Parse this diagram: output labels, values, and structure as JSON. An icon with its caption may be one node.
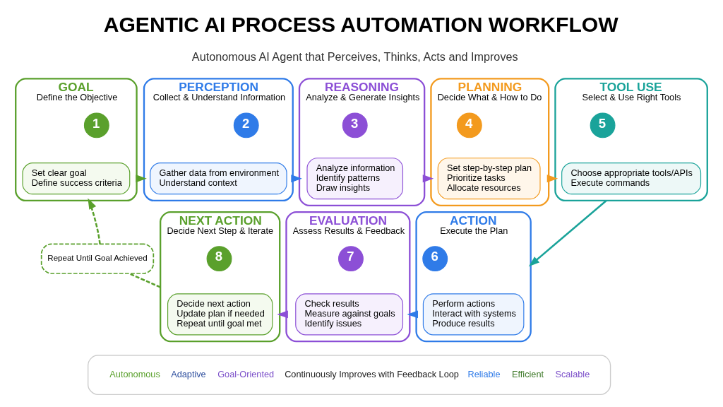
{
  "diagram": {
    "title": "AGENTIC AI PROCESS AUTOMATION WORKFLOW",
    "nodes": [
      {
        "text": [
          "GOAL",
          "Define the Objective"
        ]
      },
      {
        "text": [
          "1"
        ],
        "in": 0
      },
      {
        "text": [
          "Set clear goal",
          "Define success criteria"
        ],
        "in": 0
      },
      {
        "text": [
          "PERCEPTION",
          "Collect & Understand Information"
        ]
      },
      {
        "text": [
          "2"
        ],
        "in": 3
      },
      {
        "text": [
          "Gather data from environment",
          "Understand context"
        ],
        "in": 3
      },
      {
        "text": [
          "REASONING",
          "Analyze & Generate Insights"
        ]
      },
      {
        "text": [
          "3"
        ],
        "in": 6
      },
      {
        "text": [
          "Analyze information",
          "Identify patterns",
          "Draw insights"
        ],
        "in": 6
      },
      {
        "text": [
          "PLANNING",
          "Decide What & How to Do"
        ]
      },
      {
        "text": [
          "4"
        ],
        "in": 9
      },
      {
        "text": [
          "Set step-by-step plan",
          "Prioritize tasks",
          "Allocate resources"
        ],
        "in": 9
      },
      {
        "text": [
          "TOOL USE",
          "Select & Use Right Tools"
        ]
      },
      {
        "text": [
          "5"
        ],
        "in": 12
      },
      {
        "text": [
          "Choose appropriate tools/APIs",
          "Execute commands"
        ],
        "in": 12
      },
      {
        "text": [
          "Repeat Until Goal Achieved"
        ]
      },
      {
        "text": [
          "NEXT ACTION",
          "Decide Next Step & Iterate"
        ]
      },
      {
        "text": [
          "8"
        ],
        "in": 16
      },
      {
        "text": [
          "Decide next action",
          "Update plan if needed",
          "Repeat until goal met"
        ],
        "in": 16
      },
      {
        "text": [
          "EVALUATION",
          "Assess Results & Feedback"
        ]
      },
      {
        "text": [
          "7"
        ],
        "in": 19
      },
      {
        "text": [
          "Check results",
          "Measure against goals",
          "Identify issues"
        ],
        "in": 19
      },
      {
        "text": [
          "ACTION",
          "Execute the Plan"
        ]
      },
      {
        "text": [
          "6"
        ],
        "in": 22
      },
      {
        "text": [
          "Perform actions",
          "Interact with systems",
          "Produce results"
        ],
        "in": 22
      },
      {
        "text": [
          "Autonomous",
          "Adaptive",
          "Goal-Oriented",
          "Continuously Improves with Feedback Loop",
          "Reliable",
          "Efficient",
          "Scalable"
        ]
      }
    ],
    "edges": [
      {
        "from": 0,
        "to": 3,
        "arrow": "to",
        "color": "#5aa02c"
      },
      {
        "from": 3,
        "to": 6,
        "arrow": "to",
        "color": "#2f7be8"
      },
      {
        "from": 6,
        "to": 9,
        "arrow": "to",
        "color": "#8c4fd6"
      },
      {
        "from": 9,
        "to": 12,
        "arrow": "to",
        "color": "#f39a1e"
      },
      {
        "from": 12,
        "to": 22,
        "arrow": "to",
        "color": "#1aa39a"
      },
      {
        "from": 22,
        "to": 19,
        "arrow": "to",
        "color": "#2f7be8"
      },
      {
        "from": 19,
        "to": 16,
        "arrow": "to",
        "color": "#8c4fd6"
      },
      {
        "from": 16,
        "to": 15,
        "arrow": "none",
        "style": "dashed",
        "color": "#5aa02c"
      },
      {
        "from": 15,
        "to": 0,
        "arrow": "to",
        "style": "dashed",
        "color": "#5aa02c"
      }
    ],
    "labels": [
      "Autonomous AI Agent that Perceives, Thinks, Acts and Improves"
    ]
  }
}
